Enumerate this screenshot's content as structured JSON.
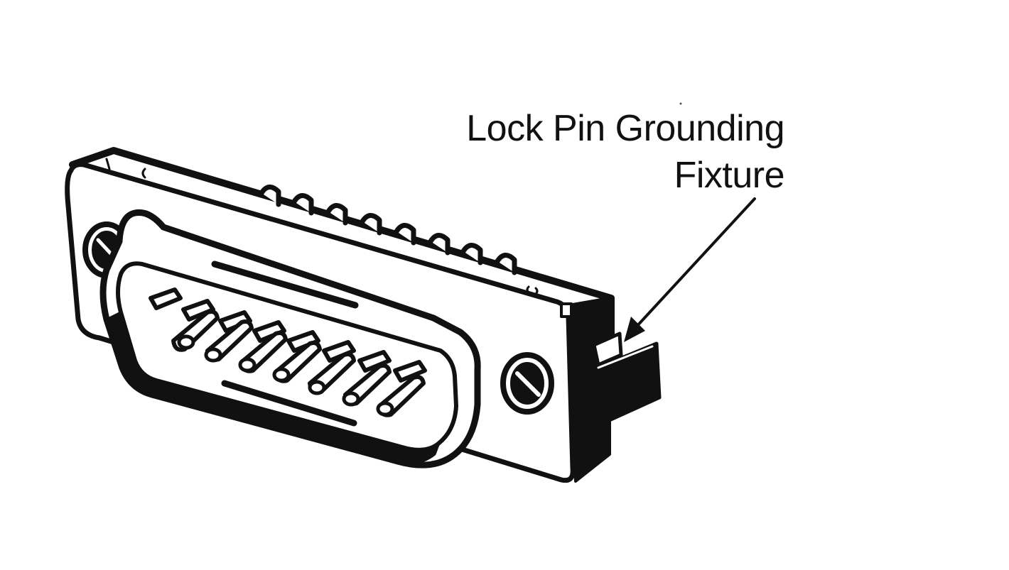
{
  "callout": {
    "line1": "Lock Pin Grounding",
    "line2": "Fixture"
  },
  "illustration": {
    "subject": "connector-with-lock-pin-grounding-fixture",
    "colors": {
      "ink": "#111111",
      "paper": "#ffffff"
    }
  }
}
